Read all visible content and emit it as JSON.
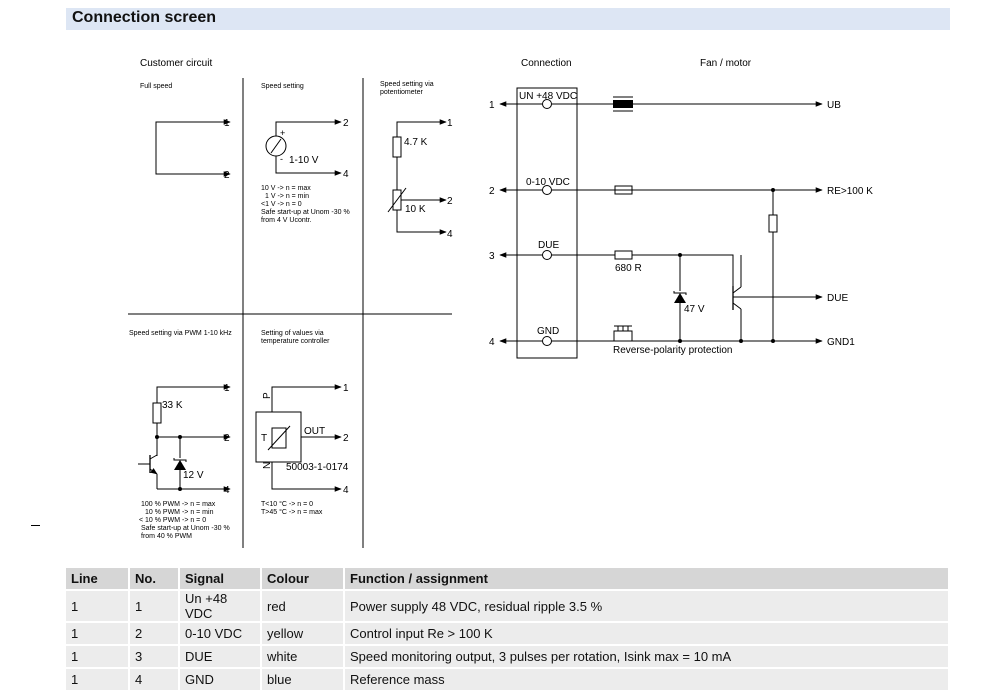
{
  "header": {
    "title": "Connection screen"
  },
  "labels": {
    "customer_circuit": "Customer circuit",
    "connection": "Connection",
    "fan_motor": "Fan / motor",
    "full_speed": "Full speed",
    "speed_setting": "Speed setting",
    "speed_pot_1": "Speed setting via",
    "speed_pot_2": "potentiometer",
    "pwm": "Speed setting via PWM 1-10 kHz",
    "temp_1": "Setting of values via",
    "temp_2": "temperature controller"
  },
  "notes": {
    "speed_setting": [
      "10 V -> n = max",
      "1 V -> n = min",
      "<1 V -> n = 0",
      "Safe start-up at Unom -30 %",
      "from 4 V Ucontr."
    ],
    "pwm": [
      "100 % PWM -> n = max",
      "10 % PWM -> n = min",
      "< 10 % PWM -> n = 0",
      "Safe start-up at Unom -30 %",
      "from 40 % PWM"
    ],
    "temp": [
      "T<10 °C -> n = 0",
      "T>45 °C -> n = max"
    ]
  },
  "components": {
    "v_range": "1-10 V",
    "r_4k7": "4.7 K",
    "r_10k": "10 K",
    "r_33k": "33 K",
    "z_12v": "12 V",
    "out": "OUT",
    "part_no": "50003-1-0174",
    "p": "P",
    "n": "N",
    "t": "T",
    "r_680": "680 R",
    "z_47v": "47 V",
    "plus": "+",
    "minus": "-"
  },
  "terminals": {
    "t1": "1",
    "t2": "2",
    "t4": "4"
  },
  "connection": {
    "lines": [
      {
        "num": "1",
        "signal": "UN +48 VDC",
        "fan": "UB"
      },
      {
        "num": "2",
        "signal": "0-10 VDC",
        "fan": "RE>100 K"
      },
      {
        "num": "3",
        "signal": "DUE",
        "fan": "DUE"
      },
      {
        "num": "4",
        "signal": "GND",
        "fan": "GND1"
      }
    ],
    "reverse_polarity": "Reverse-polarity protection"
  },
  "table": {
    "headers": [
      "Line",
      "No.",
      "Signal",
      "Colour",
      "Function / assignment"
    ],
    "rows": [
      [
        "1",
        "1",
        "Un +48 VDC",
        "red",
        "Power supply 48 VDC, residual ripple 3.5 %"
      ],
      [
        "1",
        "2",
        "0-10 VDC",
        "yellow",
        "Control input Re > 100 K"
      ],
      [
        "1",
        "3",
        "DUE",
        "white",
        "Speed monitoring output, 3 pulses per rotation, Isink max = 10 mA"
      ],
      [
        "1",
        "4",
        "GND",
        "blue",
        "Reference mass"
      ]
    ]
  }
}
